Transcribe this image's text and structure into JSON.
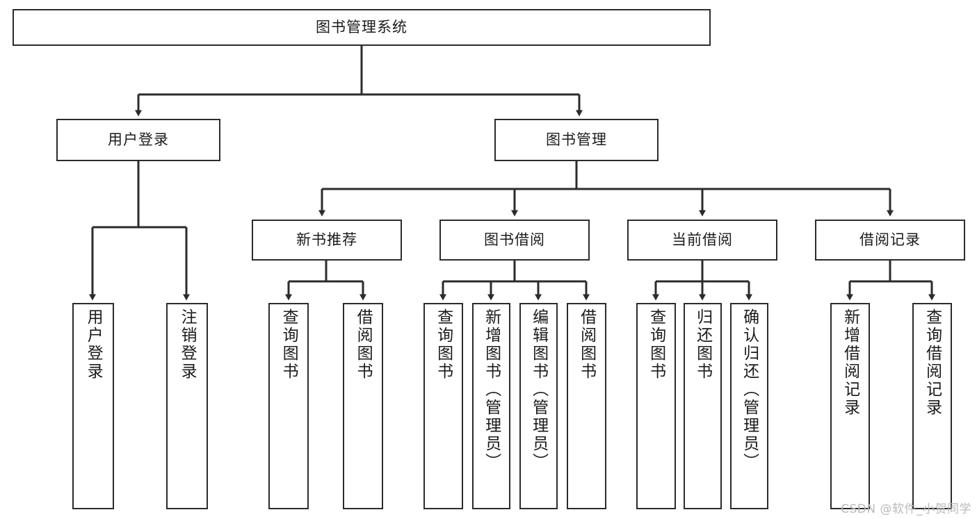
{
  "diagram": {
    "type": "tree",
    "title": "图书管理系统",
    "root": {
      "id": "root",
      "label": "图书管理系统"
    },
    "level1": [
      {
        "id": "user-login",
        "label": "用户登录"
      },
      {
        "id": "book-manage",
        "label": "图书管理"
      }
    ],
    "level2": [
      {
        "id": "new-book-recommend",
        "label": "新书推荐",
        "parent": "book-manage"
      },
      {
        "id": "book-borrow",
        "label": "图书借阅",
        "parent": "book-manage"
      },
      {
        "id": "current-borrow",
        "label": "当前借阅",
        "parent": "book-manage"
      },
      {
        "id": "borrow-record",
        "label": "借阅记录",
        "parent": "book-manage"
      }
    ],
    "leaves": {
      "user-login": [
        {
          "id": "leaf-user-login",
          "label": "用户登录"
        },
        {
          "id": "leaf-logout-login",
          "label": "注销登录"
        }
      ],
      "new-book-recommend": [
        {
          "id": "leaf-query-book-1",
          "label": "查询图书"
        },
        {
          "id": "leaf-borrow-book-1",
          "label": "借阅图书"
        }
      ],
      "book-borrow": [
        {
          "id": "leaf-query-book-2",
          "label": "查询图书"
        },
        {
          "id": "leaf-add-book",
          "label": "新增图书（管理员）"
        },
        {
          "id": "leaf-edit-book",
          "label": "编辑图书（管理员）"
        },
        {
          "id": "leaf-borrow-book-2",
          "label": "借阅图书"
        }
      ],
      "current-borrow": [
        {
          "id": "leaf-query-book-3",
          "label": "查询图书"
        },
        {
          "id": "leaf-return-book",
          "label": "归还图书"
        },
        {
          "id": "leaf-confirm-return",
          "label": "确认归还（管理员）"
        }
      ],
      "borrow-record": [
        {
          "id": "leaf-add-record",
          "label": "新增借阅记录"
        },
        {
          "id": "leaf-query-record",
          "label": "查询借阅记录"
        }
      ]
    },
    "colors": {
      "stroke": "#2b2b2b",
      "text": "#1b1b1b",
      "background": "#ffffff",
      "watermark": "#b9b9b9"
    }
  },
  "watermark": {
    "text": "CSDN @软件_小贺同学"
  }
}
